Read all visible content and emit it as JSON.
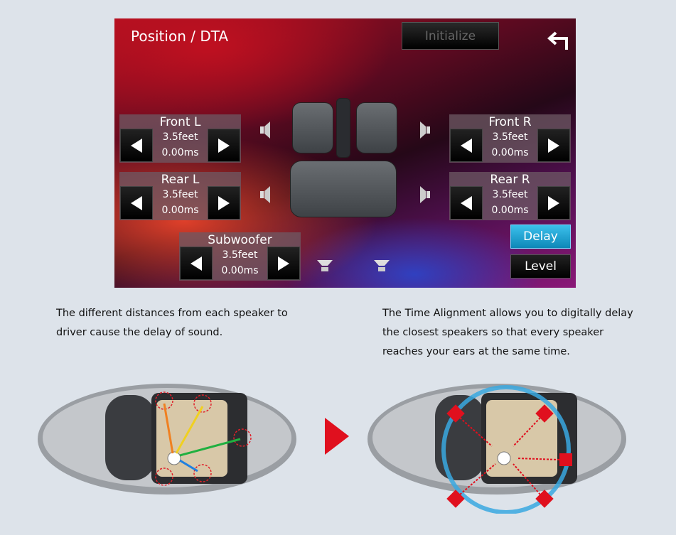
{
  "panel": {
    "title": "Position / DTA",
    "initialize_label": "Initialize",
    "back_icon": "back-arrow-icon",
    "channels": {
      "front_l": {
        "label": "Front L",
        "distance": "3.5feet",
        "delay": "0.00ms"
      },
      "rear_l": {
        "label": "Rear L",
        "distance": "3.5feet",
        "delay": "0.00ms"
      },
      "front_r": {
        "label": "Front R",
        "distance": "3.5feet",
        "delay": "0.00ms"
      },
      "rear_r": {
        "label": "Rear R",
        "distance": "3.5feet",
        "delay": "0.00ms"
      },
      "subwoofer": {
        "label": "Subwoofer",
        "distance": "3.5feet",
        "delay": "0.00ms"
      }
    },
    "delay_label": "Delay",
    "level_label": "Level",
    "active_color": "#1aa8d8"
  },
  "descriptions": {
    "left": [
      "The different distances from each speaker to",
      "driver cause the delay of sound."
    ],
    "right": [
      "The Time Alignment allows you to digitally delay",
      "the closest speakers so that every speaker",
      "reaches your ears at the same time."
    ]
  }
}
